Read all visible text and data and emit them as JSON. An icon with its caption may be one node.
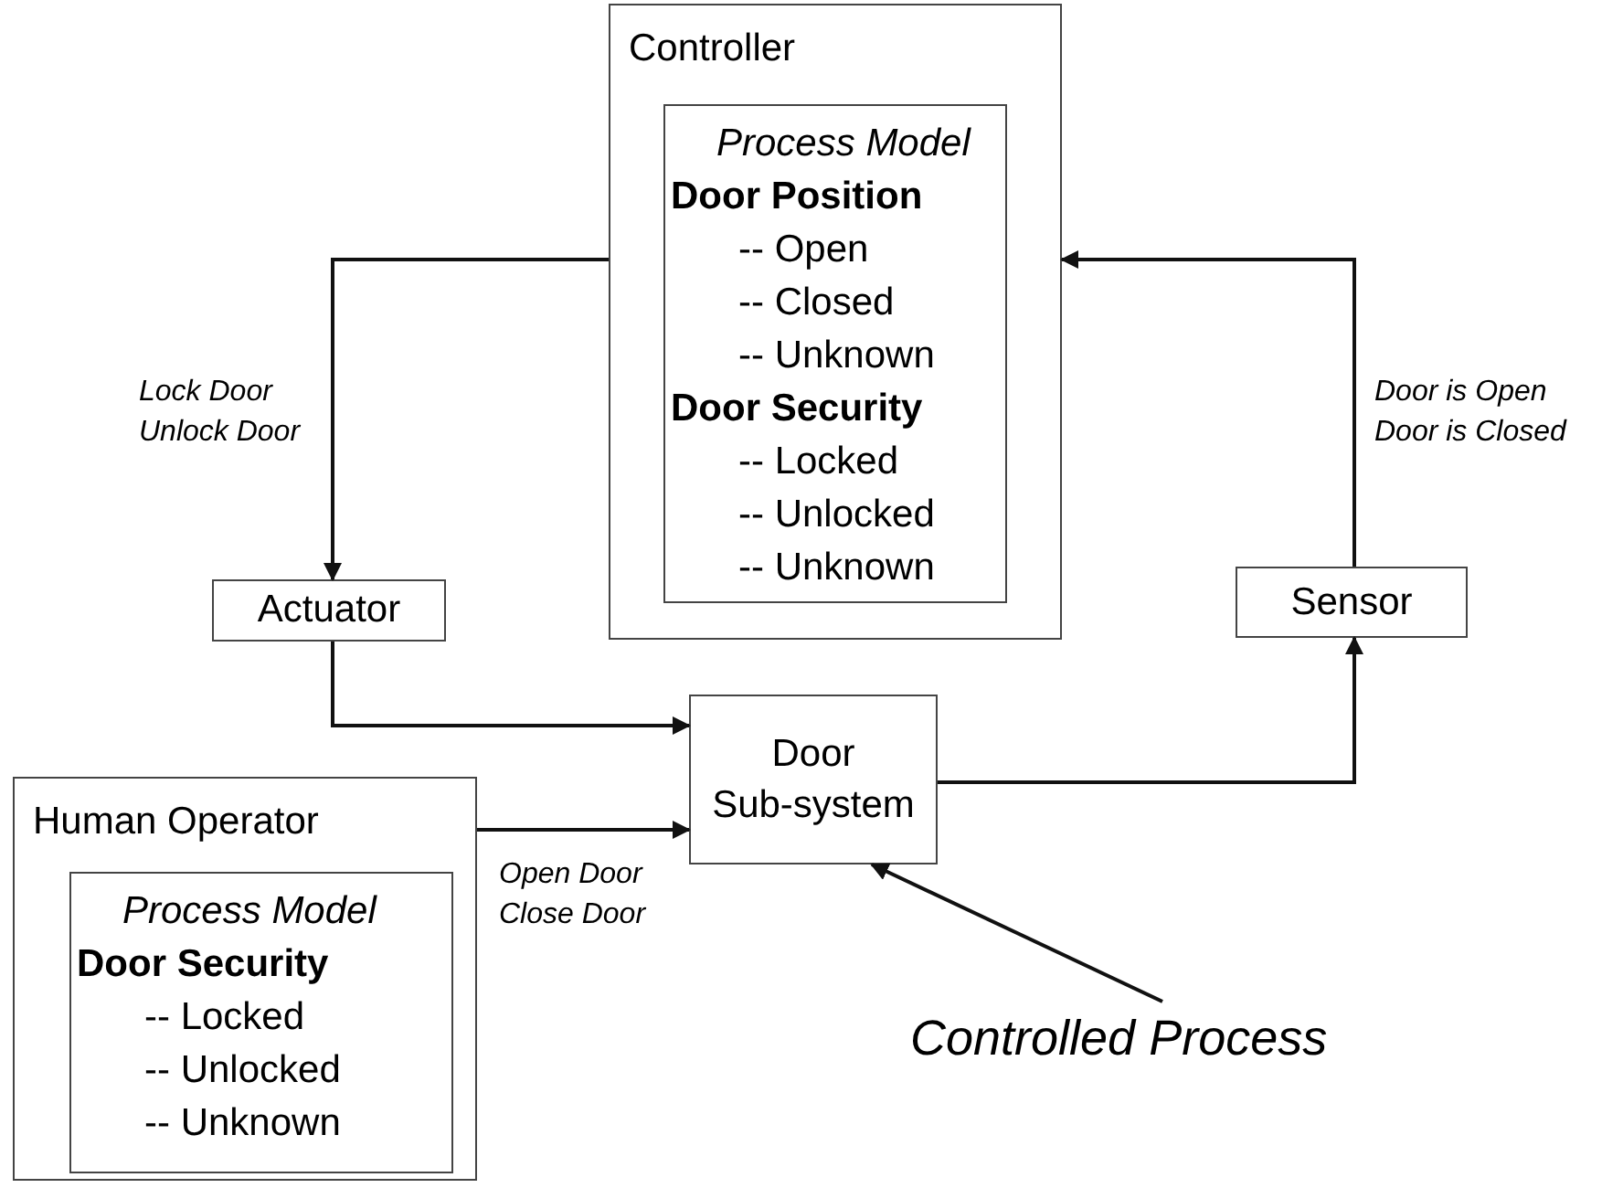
{
  "diagram": {
    "nodes": [
      {
        "text": [
          "Controller"
        ]
      },
      {
        "text": [
          "Process Model",
          "Door Position",
          "-- Open",
          "-- Closed",
          "-- Unknown",
          "Door Security",
          "-- Locked",
          "-- Unlocked",
          "-- Unknown"
        ],
        "in": 0
      },
      {
        "text": [
          "Actuator"
        ]
      },
      {
        "text": [
          "Sensor"
        ]
      },
      {
        "text": [
          "Door Sub-system"
        ]
      },
      {
        "text": [
          "Human Operator"
        ]
      },
      {
        "text": [
          "Process Model",
          "Door Security",
          "-- Locked",
          "-- Unlocked",
          "-- Unknown"
        ],
        "in": 5
      },
      {
        "text": [
          "Controlled Process"
        ]
      }
    ],
    "edges": [
      {
        "from": 0,
        "to": 2,
        "arrow": "to",
        "label": "Lock Door Unlock Door"
      },
      {
        "from": 2,
        "to": 4,
        "arrow": "to"
      },
      {
        "from": 4,
        "to": 3,
        "arrow": "to"
      },
      {
        "from": 3,
        "to": 0,
        "arrow": "to",
        "label": "Door is Open Door is Closed"
      },
      {
        "from": 5,
        "to": 4,
        "arrow": "to",
        "label": "Open Door Close Door"
      },
      {
        "from": 7,
        "to": 4,
        "arrow": "to"
      }
    ]
  }
}
